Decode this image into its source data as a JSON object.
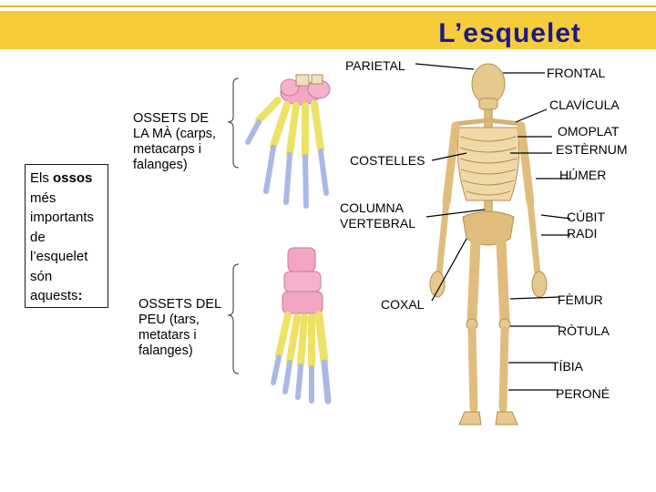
{
  "title": "L’esquelet",
  "intro": {
    "before": "Els ",
    "bold": "ossos",
    "after": " més importants de l’esquelet són aquests",
    "colon": ":"
  },
  "hand_label": "OSSETS DE\nLA MÀ (carps,\nmetacarps i\nfalanges)",
  "foot_label": "OSSETS DEL\nPEU (tars,\nmetatars i\nfalanges)",
  "labels_left": {
    "parietal": "PARIETAL",
    "costelles": "COSTELLES",
    "columna": "COLUMNA\nVERTEBRAL",
    "coxal": "COXAL"
  },
  "labels_right": {
    "frontal": "FRONTAL",
    "clavicula": "CLAVÍCULA",
    "omoplat": "OMOPLAT",
    "esternum": "ESTÈRNUM",
    "humer": "HÚMER",
    "cubit": "CÚBIT",
    "radi": "RADI",
    "femur": "FÈMUR",
    "rotula": "RÒTULA",
    "tibia": "TÍBIA",
    "perone": "PERONÉ"
  },
  "colors": {
    "title_band": "#f7cc3a",
    "title_text": "#1a1a8a",
    "bone": "#e6c98e",
    "bone_dark": "#b58d4f",
    "carpal_pink": "#f2a6c4",
    "metacarpal_yellow": "#eee266",
    "phalanx_blue": "#aab8e6"
  }
}
